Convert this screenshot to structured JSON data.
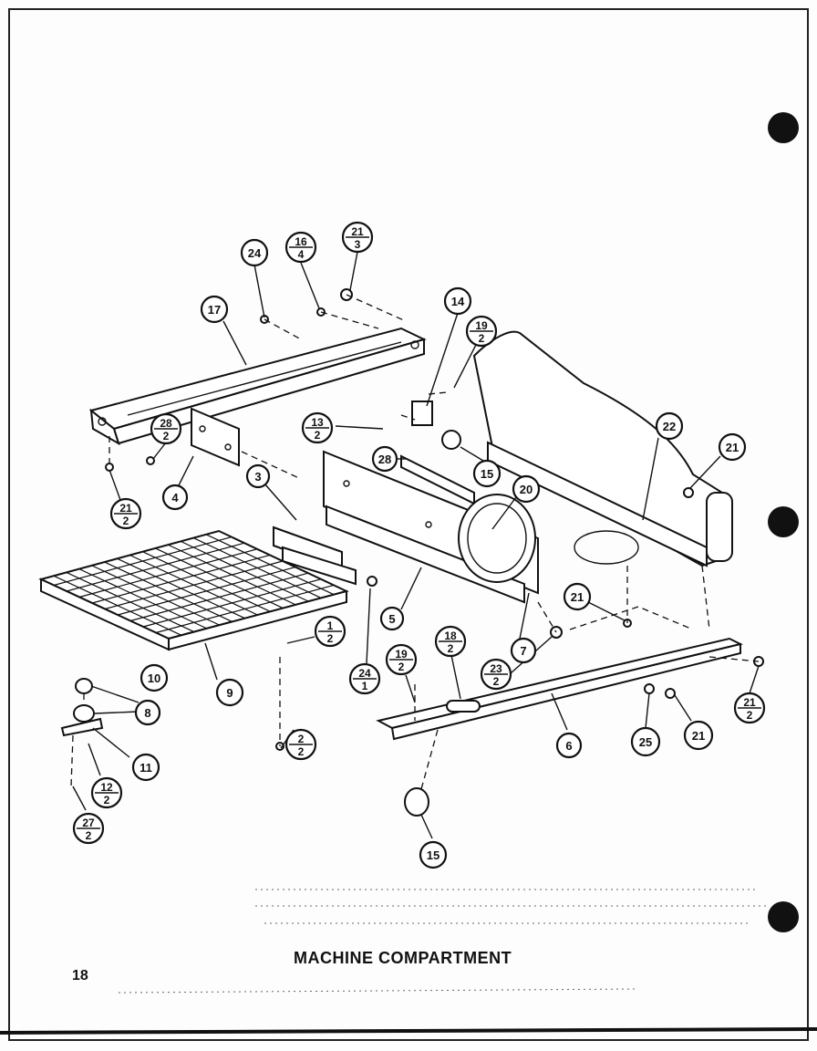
{
  "caption": "MACHINE COMPARTMENT",
  "page_number": "18",
  "callouts": [
    {
      "id": "c24a",
      "num": "24",
      "qty": ""
    },
    {
      "id": "c16",
      "num": "16",
      "qty": "4"
    },
    {
      "id": "c21a",
      "num": "21",
      "qty": "3"
    },
    {
      "id": "c17",
      "num": "17",
      "qty": ""
    },
    {
      "id": "c14",
      "num": "14",
      "qty": ""
    },
    {
      "id": "c19a",
      "num": "19",
      "qty": "2"
    },
    {
      "id": "c28a",
      "num": "28",
      "qty": "2"
    },
    {
      "id": "c13",
      "num": "13",
      "qty": "2"
    },
    {
      "id": "c4",
      "num": "4",
      "qty": ""
    },
    {
      "id": "c21b",
      "num": "21",
      "qty": "2"
    },
    {
      "id": "c3",
      "num": "3",
      "qty": ""
    },
    {
      "id": "c28b",
      "num": "28",
      "qty": ""
    },
    {
      "id": "c15a",
      "num": "15",
      "qty": ""
    },
    {
      "id": "c22",
      "num": "22",
      "qty": ""
    },
    {
      "id": "c21c",
      "num": "21",
      "qty": ""
    },
    {
      "id": "c20",
      "num": "20",
      "qty": ""
    },
    {
      "id": "c5",
      "num": "5",
      "qty": ""
    },
    {
      "id": "c21d",
      "num": "21",
      "qty": ""
    },
    {
      "id": "c1",
      "num": "1",
      "qty": "2"
    },
    {
      "id": "c24b",
      "num": "24",
      "qty": "1"
    },
    {
      "id": "c19b",
      "num": "19",
      "qty": "2"
    },
    {
      "id": "c18",
      "num": "18",
      "qty": "2"
    },
    {
      "id": "c23",
      "num": "23",
      "qty": "2"
    },
    {
      "id": "c7",
      "num": "7",
      "qty": ""
    },
    {
      "id": "c10",
      "num": "10",
      "qty": ""
    },
    {
      "id": "c8",
      "num": "8",
      "qty": ""
    },
    {
      "id": "c9",
      "num": "9",
      "qty": ""
    },
    {
      "id": "c11",
      "num": "11",
      "qty": ""
    },
    {
      "id": "c12",
      "num": "12",
      "qty": "2"
    },
    {
      "id": "c27",
      "num": "27",
      "qty": "2"
    },
    {
      "id": "c2",
      "num": "2",
      "qty": "2"
    },
    {
      "id": "c6",
      "num": "6",
      "qty": ""
    },
    {
      "id": "c25",
      "num": "25",
      "qty": ""
    },
    {
      "id": "c21e",
      "num": "21",
      "qty": ""
    },
    {
      "id": "c21f",
      "num": "21",
      "qty": "2"
    },
    {
      "id": "c15b",
      "num": "15",
      "qty": ""
    }
  ]
}
